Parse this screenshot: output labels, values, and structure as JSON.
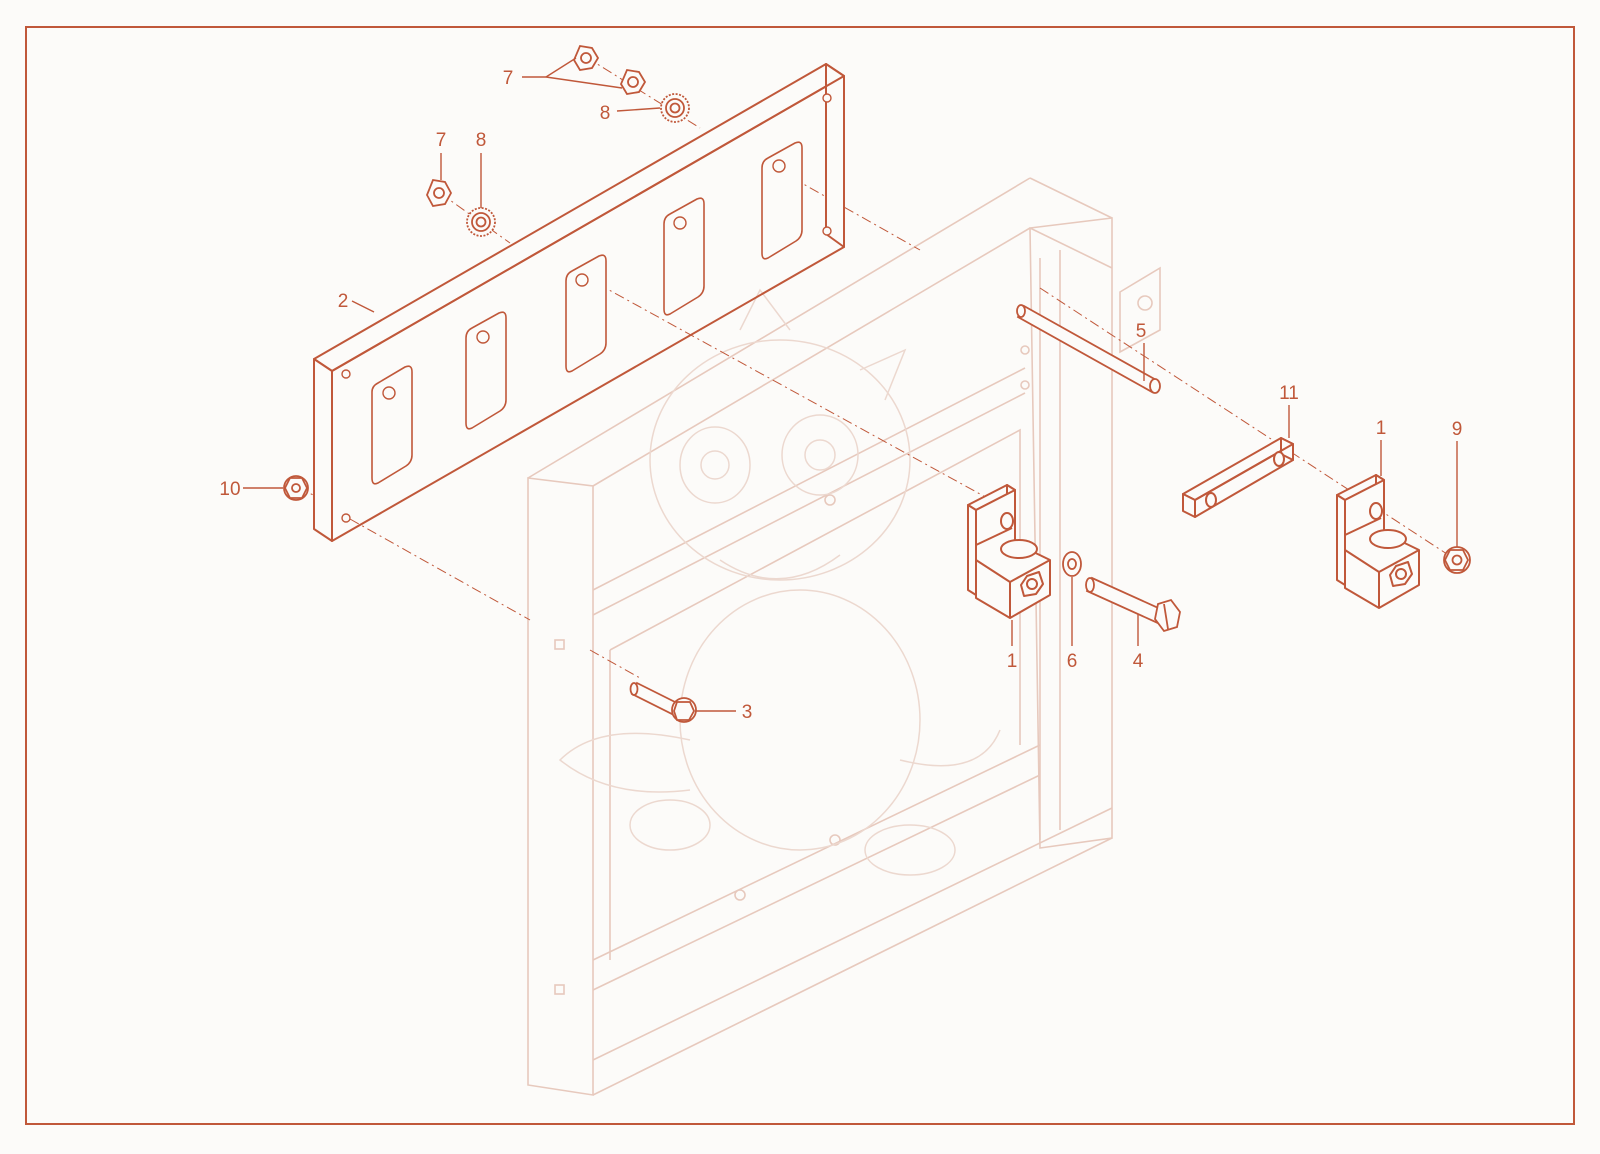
{
  "diagram": {
    "kind": "exploded-parts-diagram",
    "accent_color": "#c0583a",
    "ghost_color": "#e7c9bd",
    "background_color": "#fcfbf9",
    "border_color": "#c0583a",
    "callouts": {
      "c7a": "7",
      "c8a": "8",
      "c7b": "7",
      "c8b": "8",
      "c2": "2",
      "c10": "10",
      "c5": "5",
      "c11": "11",
      "c1a": "1",
      "c9": "9",
      "c1b": "1",
      "c6": "6",
      "c4": "4",
      "c3": "3"
    },
    "parts": [
      {
        "id": "part-1",
        "label": "1",
        "shape": "terminal-lug"
      },
      {
        "id": "part-2",
        "label": "2",
        "shape": "insulator-plate"
      },
      {
        "id": "part-3",
        "label": "3",
        "shape": "flange-bolt"
      },
      {
        "id": "part-4",
        "label": "4",
        "shape": "hex-bolt"
      },
      {
        "id": "part-5",
        "label": "5",
        "shape": "rod"
      },
      {
        "id": "part-6",
        "label": "6",
        "shape": "washer"
      },
      {
        "id": "part-7",
        "label": "7",
        "shape": "hex-nut"
      },
      {
        "id": "part-8",
        "label": "8",
        "shape": "serrated-flange-nut"
      },
      {
        "id": "part-9",
        "label": "9",
        "shape": "flange-nut"
      },
      {
        "id": "part-10",
        "label": "10",
        "shape": "flange-nut"
      },
      {
        "id": "part-11",
        "label": "11",
        "shape": "link-bar"
      }
    ]
  }
}
